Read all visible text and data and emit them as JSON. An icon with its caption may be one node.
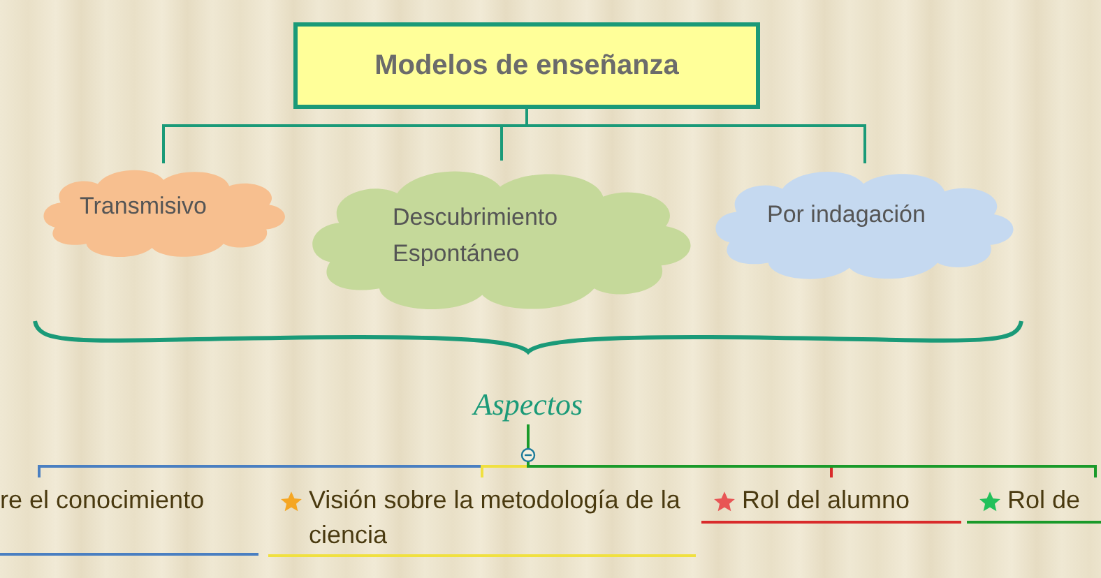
{
  "diagram": {
    "nodes": [
      {
        "text": [
          "Modelos de enseñanza"
        ]
      },
      {
        "text": [
          "Transmisivo"
        ]
      },
      {
        "text": [
          "Descubrimiento Espontáneo"
        ]
      },
      {
        "text": [
          "Por indagación"
        ]
      },
      {
        "text": [
          "Aspectos"
        ]
      },
      {
        "text": [
          "re el conocimiento"
        ]
      },
      {
        "text": [
          "Visión sobre la metodología de la ciencia"
        ]
      },
      {
        "text": [
          "Rol del alumno"
        ]
      },
      {
        "text": [
          "Rol de"
        ]
      }
    ],
    "edges": [
      {
        "from": 0,
        "to": 1,
        "arrow": "none"
      },
      {
        "from": 0,
        "to": 2,
        "arrow": "none"
      },
      {
        "from": 0,
        "to": 3,
        "arrow": "none"
      },
      {
        "from": 4,
        "to": 5,
        "arrow": "none",
        "color": "#4a7fc1"
      },
      {
        "from": 4,
        "to": 6,
        "arrow": "none",
        "color": "#f0e040"
      },
      {
        "from": 4,
        "to": 7,
        "arrow": "none",
        "color": "#d92b2b"
      },
      {
        "from": 4,
        "to": 8,
        "arrow": "none",
        "color": "#1a9a2a"
      }
    ]
  }
}
